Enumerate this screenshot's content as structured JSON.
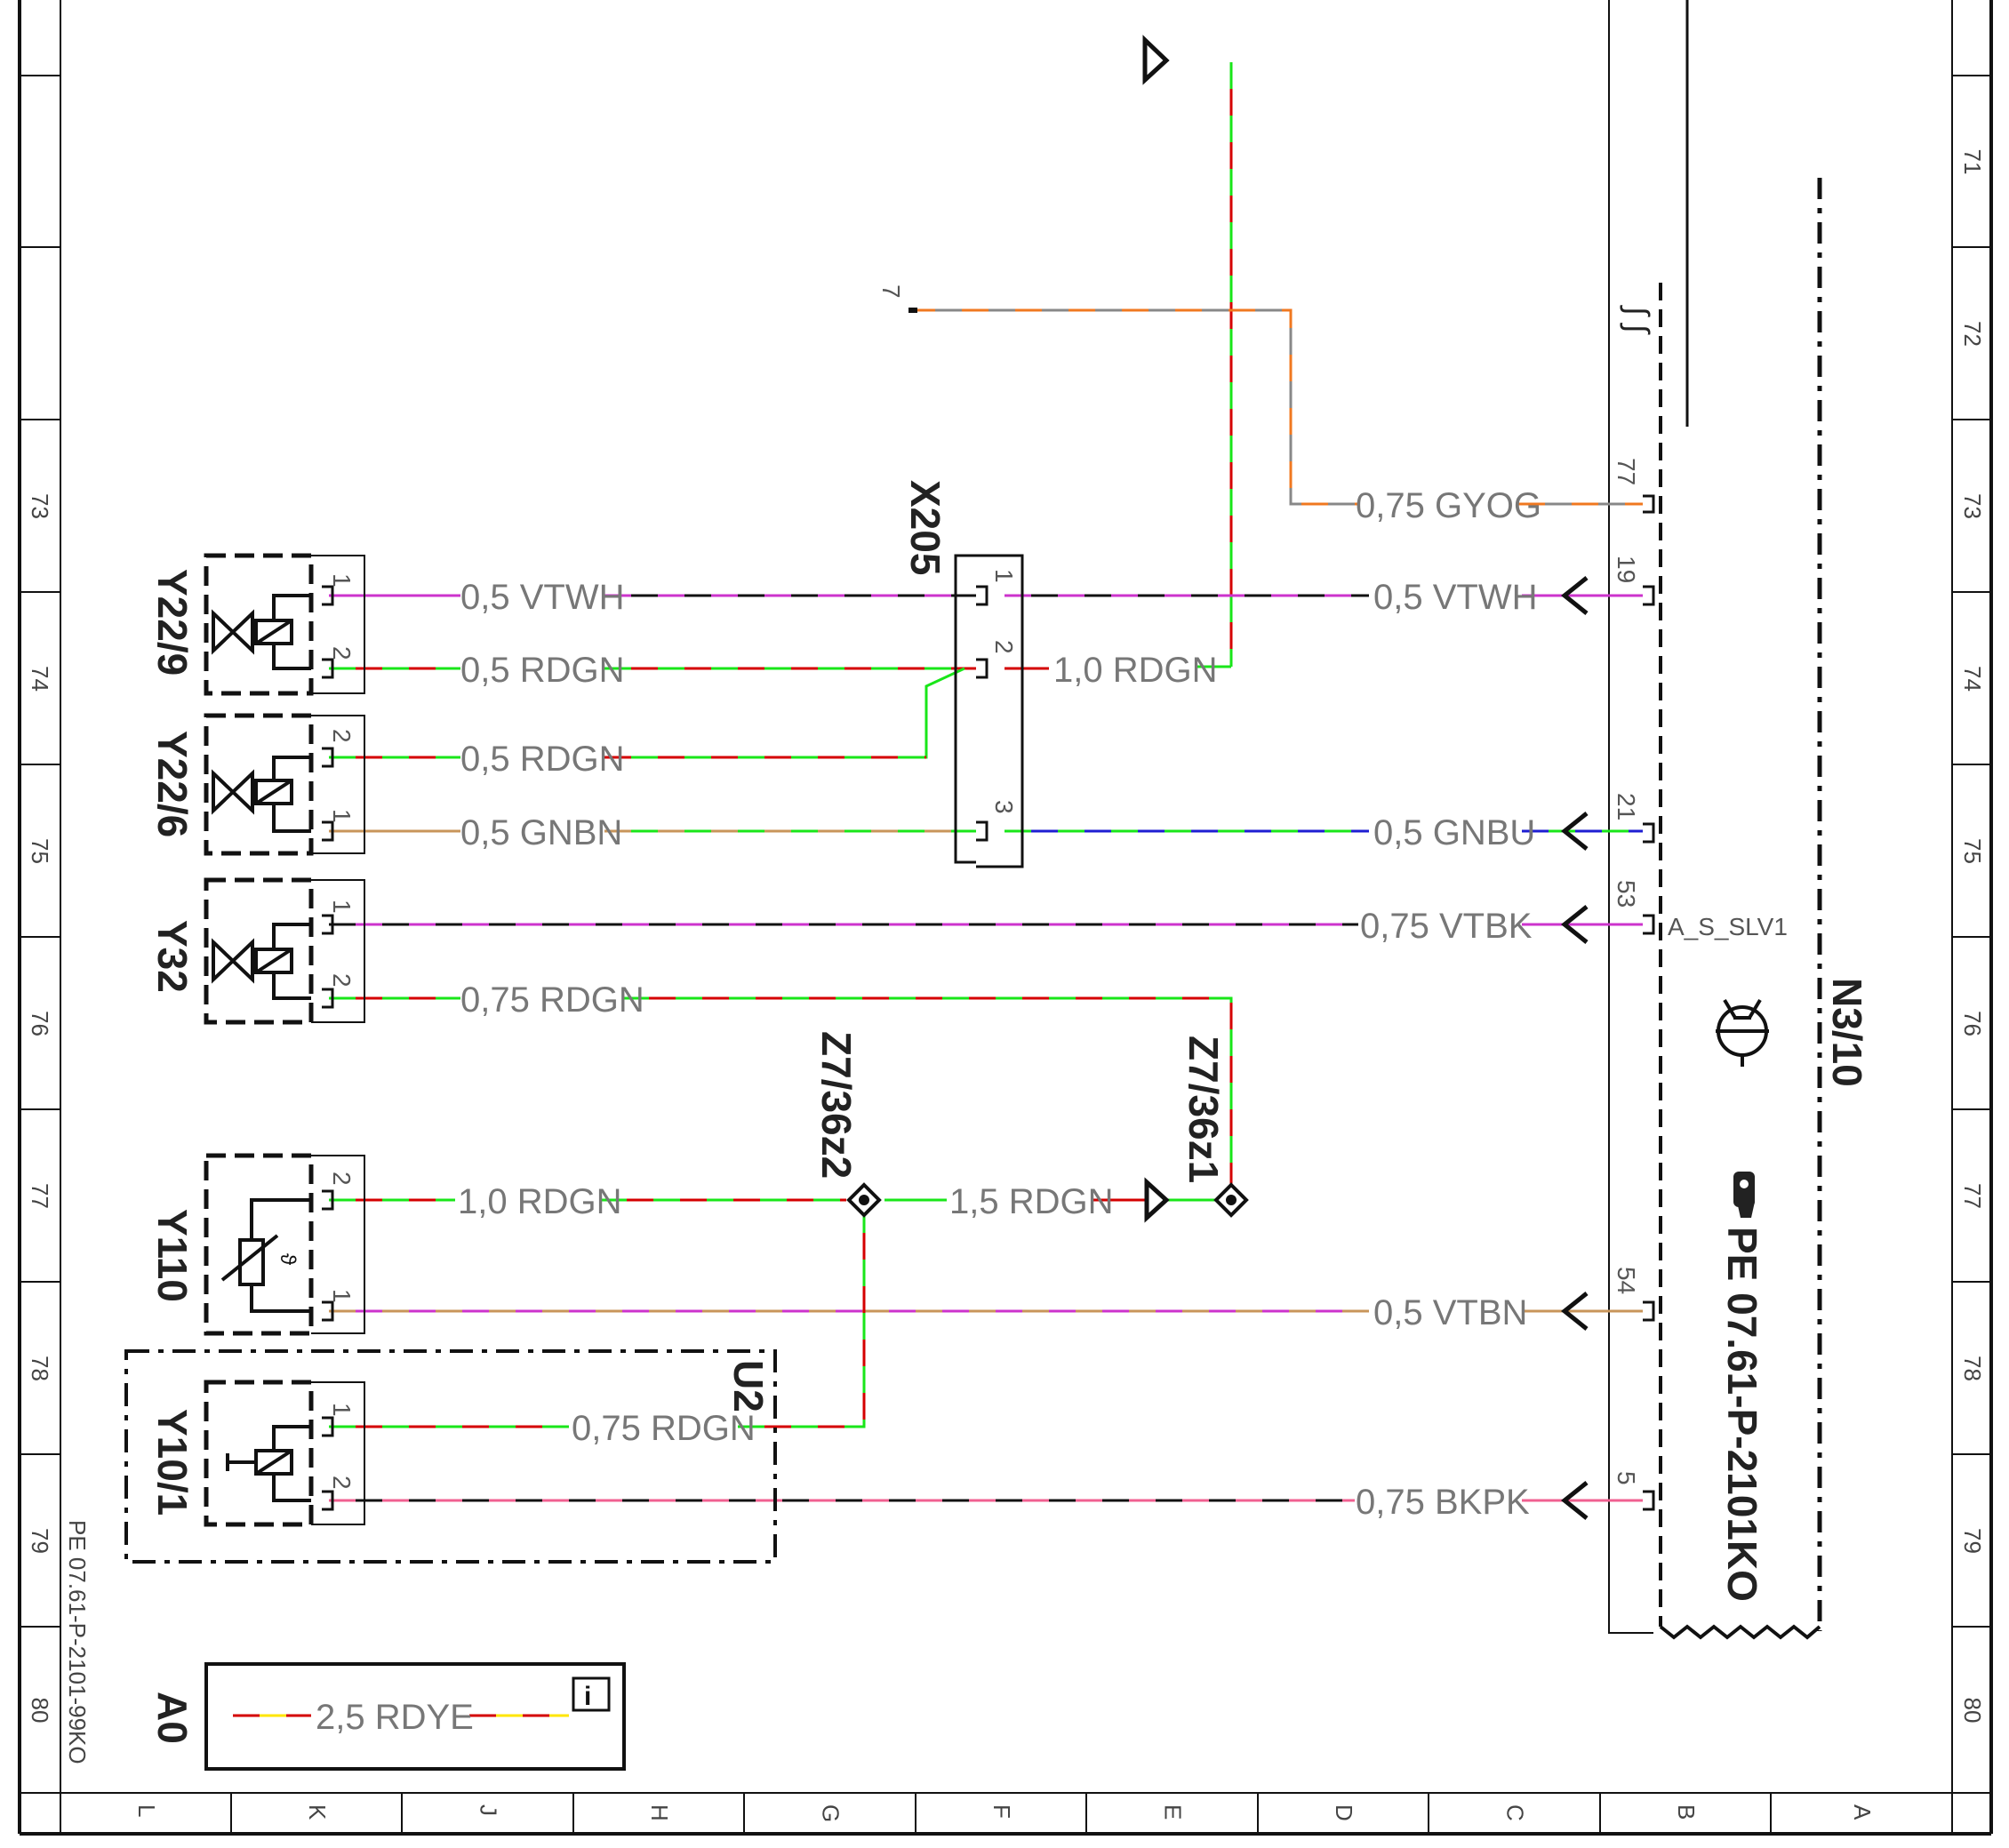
{
  "document_ref": "PE 07.61-P-2101-99KO",
  "info_box": {
    "component": "A0",
    "wire": "2,5 RDYE"
  },
  "ecu": {
    "name": "N3/10",
    "ref": "PE 07.61-P-2101KO",
    "signal": "A_S_SLV1"
  },
  "connector": {
    "name": "X205"
  },
  "splices": [
    "Z7/36z2",
    "Z7/36z1"
  ],
  "components": [
    "Y22/9",
    "Y22/6",
    "Y32",
    "Y110",
    "Y10/1",
    "U2"
  ],
  "wires": {
    "gyog": "0,75 GYOG",
    "vtwh_left": "0,5 VTWH",
    "vtwh_right": "0,5 VTWH",
    "rdgn_y229": "0,5 RDGN",
    "rdgn_x205": "1,0 RDGN",
    "rdgn_y226": "0,5 RDGN",
    "gnbn": "0,5 GNBN",
    "gnbu": "0,5 GNBU",
    "vtbk": "0,75 VTBK",
    "rdgn_y32": "0,75 RDGN",
    "rdgn_y110": "1,0 RDGN",
    "rdgn_splice": "1,5 RDGN",
    "vtbn": "0,5 VTBN",
    "rdgn_y101": "0,75 RDGN",
    "bkpk": "0,75 BKPK"
  },
  "pins": {
    "ecu": [
      "7",
      "77",
      "19",
      "21",
      "53",
      "54",
      "5"
    ],
    "x205": [
      "1",
      "2",
      "3"
    ],
    "component": [
      "1",
      "2"
    ]
  },
  "ruler_rows": [
    "71",
    "72",
    "73",
    "74",
    "75",
    "76",
    "77",
    "78",
    "79",
    "80"
  ],
  "ruler_cols": [
    "L",
    "K",
    "J",
    "H",
    "G",
    "F",
    "E",
    "D",
    "C",
    "B",
    "A"
  ],
  "colors": {
    "red": "#d40000",
    "green": "#19e619",
    "violet": "#cc33cc",
    "gray": "#888888",
    "orange": "#f07820",
    "brown": "#c8955a",
    "blue": "#1e1ed2",
    "pink": "#f06090",
    "yellow": "#ffe600",
    "black": "#111111"
  }
}
